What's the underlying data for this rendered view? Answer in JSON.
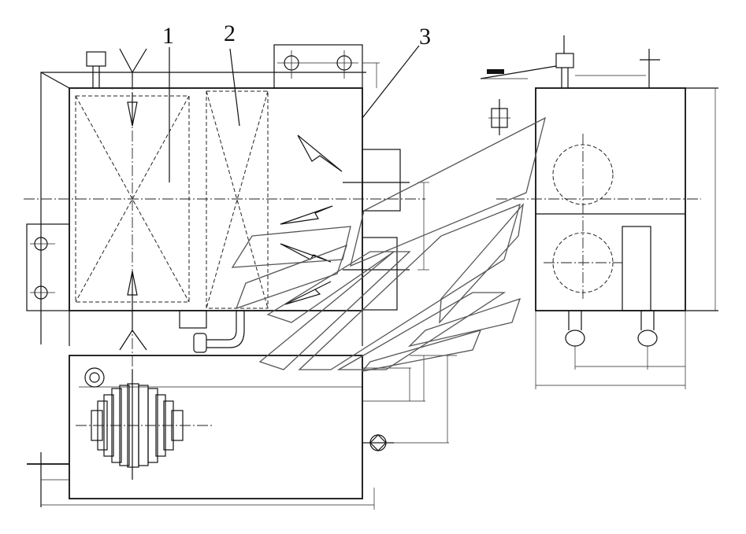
{
  "part_labels": [
    {
      "key": "p1",
      "text": "1"
    },
    {
      "key": "p2",
      "text": "2"
    },
    {
      "key": "p3",
      "text": "3"
    }
  ],
  "colors": {
    "line": "#111111",
    "background": "#ffffff",
    "watermark": "#555555"
  }
}
